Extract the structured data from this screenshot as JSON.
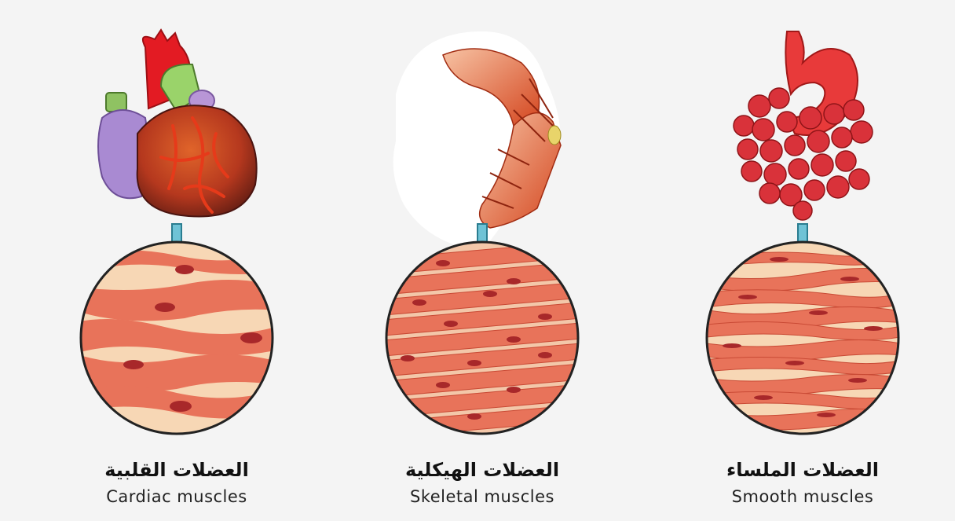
{
  "panels": [
    {
      "key": "cardiac",
      "label_ar": "العضلات القلبية",
      "label_en": "Cardiac muscles",
      "organ_icon": "heart-icon"
    },
    {
      "key": "skeletal",
      "label_ar": "العضلات الهيكلية",
      "label_en": "Skeletal muscles",
      "organ_icon": "arm-muscle-icon"
    },
    {
      "key": "smooth",
      "label_ar": "العضلات الملساء",
      "label_en": "Smooth muscles",
      "organ_icon": "digestive-system-icon"
    }
  ],
  "colors": {
    "background": "#f4f4f4",
    "muscle_fiber": "#e8735a",
    "muscle_dark": "#c94a35",
    "nucleus": "#a8282a",
    "connective_tissue": "#f7d7b5",
    "arrow": "#6fc3d6",
    "circle_outline": "#222222"
  }
}
